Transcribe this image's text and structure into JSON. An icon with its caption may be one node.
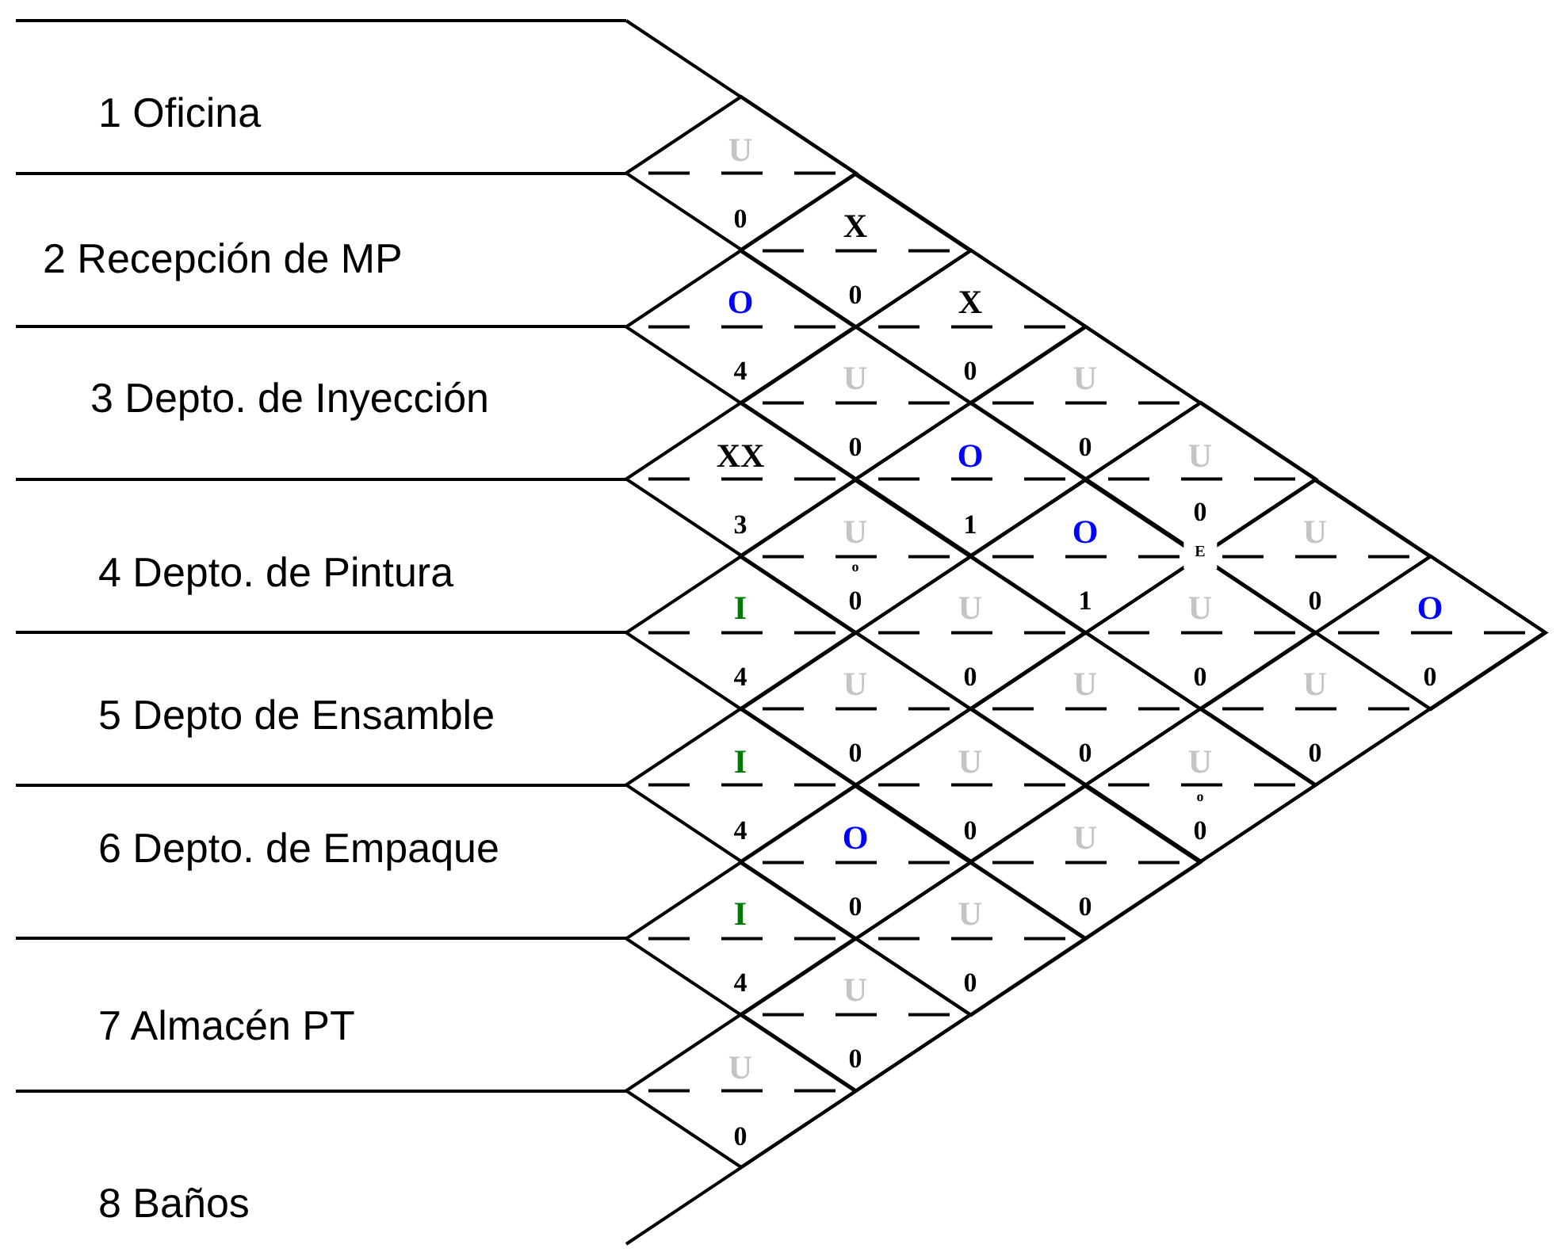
{
  "diagram": {
    "nodes": [
      {
        "text": [
          "1 Oficina"
        ]
      },
      {
        "text": [
          "2 Recepción de MP"
        ]
      },
      {
        "text": [
          "3 Depto. de Inyección"
        ]
      },
      {
        "text": [
          "4 Depto. de Pintura"
        ]
      },
      {
        "text": [
          "5 Depto de Ensamble"
        ]
      },
      {
        "text": [
          "6 Depto. de Empaque"
        ]
      },
      {
        "text": [
          "7 Almacén PT"
        ]
      },
      {
        "text": [
          "8 Baños"
        ]
      },
      {
        "text": [
          "U",
          "0"
        ]
      },
      {
        "text": [
          "X",
          "0"
        ]
      },
      {
        "text": [
          "X",
          "0"
        ]
      },
      {
        "text": [
          "U",
          "0"
        ]
      },
      {
        "text": [
          "U",
          "0",
          "E"
        ]
      },
      {
        "text": [
          "U",
          "0"
        ]
      },
      {
        "text": [
          "O",
          "0"
        ]
      },
      {
        "text": [
          "O",
          "4"
        ]
      },
      {
        "text": [
          "U",
          "0"
        ]
      },
      {
        "text": [
          "O",
          "1"
        ]
      },
      {
        "text": [
          "O",
          "1"
        ]
      },
      {
        "text": [
          "U",
          "0"
        ]
      },
      {
        "text": [
          "U",
          "0"
        ]
      },
      {
        "text": [
          "XX",
          "3"
        ]
      },
      {
        "text": [
          "U",
          "o",
          "0"
        ]
      },
      {
        "text": [
          "U",
          "0"
        ]
      },
      {
        "text": [
          "U",
          "0"
        ]
      },
      {
        "text": [
          "U",
          "o",
          "0"
        ]
      },
      {
        "text": [
          "I",
          "4"
        ]
      },
      {
        "text": [
          "U",
          "0"
        ]
      },
      {
        "text": [
          "U",
          "0"
        ]
      },
      {
        "text": [
          "U",
          "0"
        ]
      },
      {
        "text": [
          "I",
          "4"
        ]
      },
      {
        "text": [
          "O",
          "0"
        ]
      },
      {
        "text": [
          "U",
          "0"
        ]
      },
      {
        "text": [
          "I",
          "4"
        ]
      },
      {
        "text": [
          "U",
          "0"
        ]
      },
      {
        "text": [
          "U",
          "0"
        ]
      }
    ]
  }
}
